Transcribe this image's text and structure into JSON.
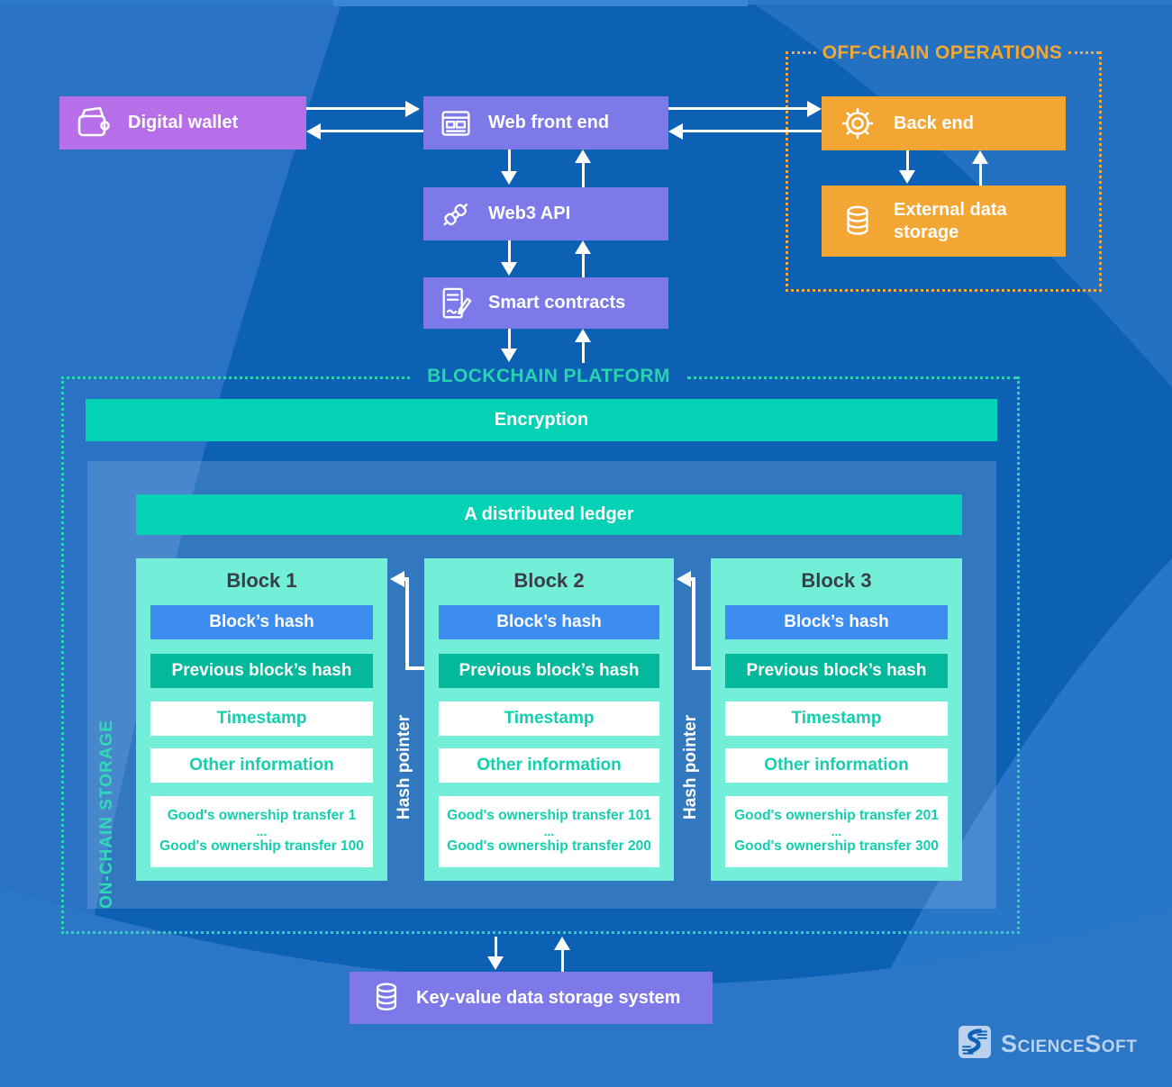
{
  "sections": {
    "off_chain_operations": {
      "title": "OFF-CHAIN OPERATIONS"
    },
    "blockchain_platform": {
      "title": "BLOCKCHAIN PLATFORM"
    },
    "on_chain_storage": {
      "title": "ON-CHAIN STORAGE"
    }
  },
  "nodes": {
    "digital_wallet": {
      "label": "Digital wallet",
      "icon": "wallet-icon"
    },
    "web_front_end": {
      "label": "Web front end",
      "icon": "browser-icon"
    },
    "web3_api": {
      "label": "Web3 API",
      "icon": "plug-icon"
    },
    "smart_contracts": {
      "label": "Smart contracts",
      "icon": "contract-icon"
    },
    "back_end": {
      "label": "Back end",
      "icon": "gear-icon"
    },
    "external_data_storage": {
      "label": "External data storage",
      "icon": "database-icon"
    },
    "key_value_storage": {
      "label": "Key-value data storage system",
      "icon": "database-icon"
    }
  },
  "bars": {
    "encryption": "Encryption",
    "distributed_ledger": "A distributed ledger"
  },
  "labels": {
    "hash_pointer": "Hash pointer"
  },
  "blocks": [
    {
      "title": "Block 1",
      "block_hash": "Block’s hash",
      "previous_hash": "Previous block’s hash",
      "timestamp": "Timestamp",
      "other_information": "Other information",
      "transfers_first": "Good's ownership transfer 1",
      "transfers_ellipsis": "...",
      "transfers_last": "Good's ownership transfer 100"
    },
    {
      "title": "Block 2",
      "block_hash": "Block’s hash",
      "previous_hash": "Previous block’s hash",
      "timestamp": "Timestamp",
      "other_information": "Other information",
      "transfers_first": "Good's ownership transfer 101",
      "transfers_ellipsis": "...",
      "transfers_last": "Good's ownership transfer 200"
    },
    {
      "title": "Block 3",
      "block_hash": "Block’s hash",
      "previous_hash": "Previous block’s hash",
      "timestamp": "Timestamp",
      "other_information": "Other information",
      "transfers_first": "Good's ownership transfer 201",
      "transfers_ellipsis": "...",
      "transfers_last": "Good's ownership transfer 300"
    }
  ],
  "logo": {
    "text": "ScienceSoft"
  },
  "colors": {
    "background": "#0d61b4",
    "background_light_band": "#2a73c4",
    "purple_node": "#b76fe9",
    "slate_node": "#7e79e9",
    "orange_node": "#f4a634",
    "orange_text": "#f2a634",
    "teal_bar": "#04d2b5",
    "teal_text": "#27d4ae",
    "mint_block": "#73eed8",
    "hash_blue": "#3d8cef",
    "prev_hash_teal": "#04b89c",
    "white_row_text": "#12cfad",
    "block_title_text": "#393e47",
    "logo_pale": "#b9d3ef"
  }
}
